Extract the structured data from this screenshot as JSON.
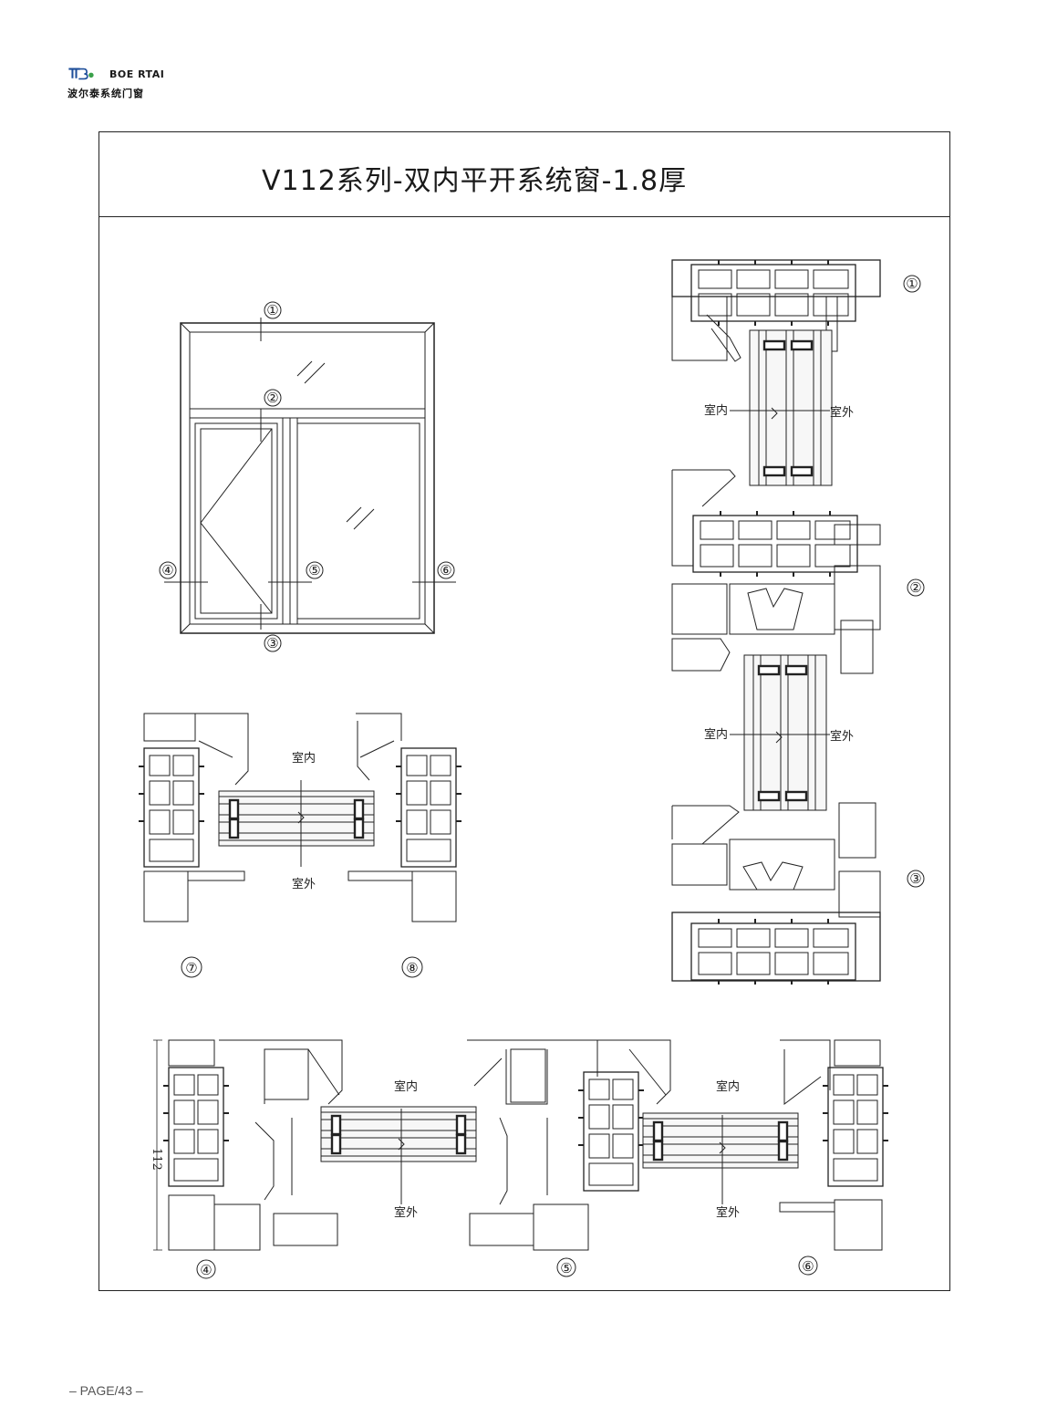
{
  "brand": {
    "name": "BOERTAI",
    "name_display": "BOE RTAI",
    "subtitle": "波尔泰系统门窗"
  },
  "title": "V112系列-双内平开系统窗-1.8厚",
  "labels": {
    "indoor": "室内",
    "outdoor": "室外"
  },
  "markers": [
    "①",
    "②",
    "③",
    "④",
    "⑤",
    "⑥",
    "⑦",
    "⑧"
  ],
  "dimension": "112",
  "footer": {
    "page": "– PAGE/43 –"
  },
  "colors": {
    "line": "#222222",
    "glass_fill": "#f4f4f4",
    "seal_fill": "#e6e6e6"
  }
}
